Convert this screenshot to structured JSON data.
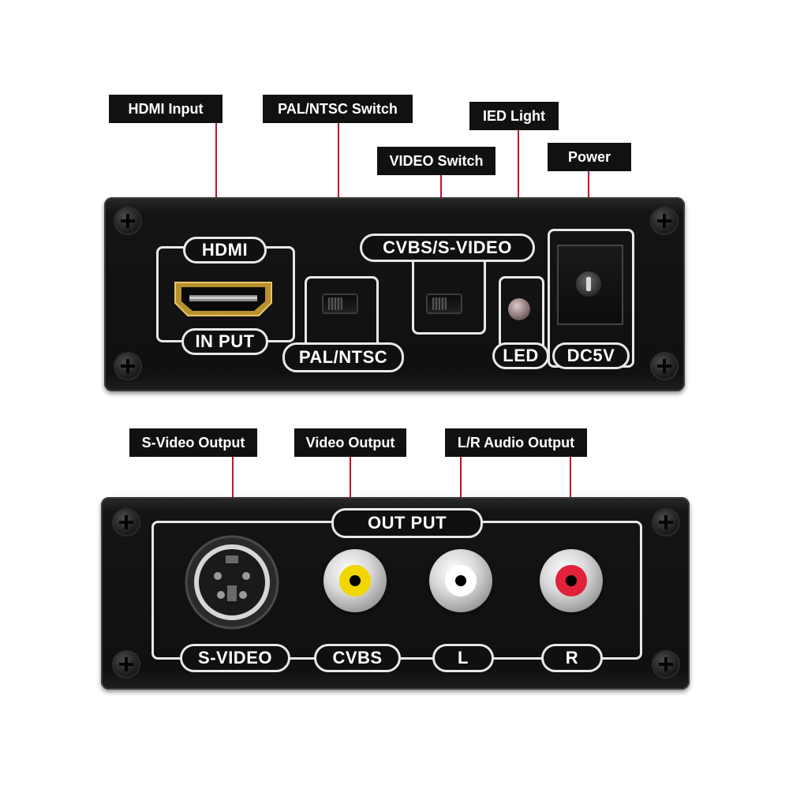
{
  "callouts": {
    "hdmi_input": "HDMI Input",
    "pal_ntsc_switch": "PAL/NTSC Switch",
    "ied_light": "IED Light",
    "video_switch": "VIDEO Switch",
    "power": "Power",
    "svideo_output": "S-Video Output",
    "video_output": "Video Output",
    "lr_audio_output": "L/R Audio Output"
  },
  "top_panel": {
    "hdmi_label": "HDMI",
    "input_label": "IN PUT",
    "pal_ntsc_label": "PAL/NTSC",
    "cvbs_svideo_label": "CVBS/S-VIDEO",
    "led_label": "LED",
    "dc5v_label": "DC5V"
  },
  "bottom_panel": {
    "output_label": "OUT PUT",
    "svideo_label": "S-VIDEO",
    "cvbs_label": "CVBS",
    "l_label": "L",
    "r_label": "R"
  },
  "colors": {
    "leader": "#c8102e",
    "callout_bg": "#111111",
    "cvbs_ring": "#f2d600",
    "l_ring": "#ffffff",
    "r_ring": "#e0223a"
  }
}
